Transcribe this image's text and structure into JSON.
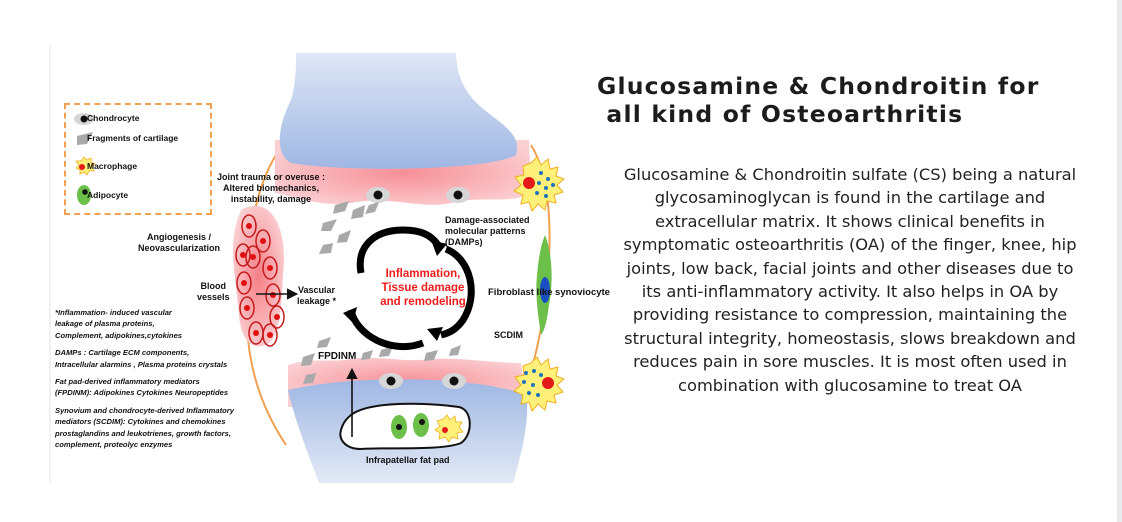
{
  "diagram": {
    "legend": [
      {
        "icon": "chondrocyte-icon",
        "label": "Chondrocyte"
      },
      {
        "icon": "cartilage-fragment-icon",
        "label": "Fragments of cartilage"
      },
      {
        "icon": "macrophage-icon",
        "label": "Macrophage"
      },
      {
        "icon": "adipocyte-icon",
        "label": "Adipocyte"
      }
    ],
    "labels": {
      "joint_trauma": "Joint trauma or overuse :\nAltered biomechanics,\ninstability, damage",
      "angiogenesis": "Angiogenesis /\nNeovascularization",
      "blood_vessels": "Blood\nvessels",
      "vascular_leakage": "Vascular\nleakage *",
      "damps": "Damage-associated\nmolecular patterns\n(DAMPs)",
      "fibroblast": "Fibroblast like synoviocyte",
      "scdim": "SCDIM",
      "fpdinm": "FPDINM",
      "fat_pad": "Infrapatellar fat pad",
      "center": "Inflammation,\nTissue damage\nand remodeling"
    },
    "notes": [
      "*Inflammation- induced  vascular\nleakage of plasma proteins,\nComplement, adipokines,cytokines",
      "DAMPs : Cartilage ECM components,\nIntracellular alarmins , Plasma proteins crystals",
      "Fat pad-derived inflammatory mediators\n(FPDINM): Adipokines Cytokines Neuropeptides",
      "Synovium and chondrocyte-derived Inflammatory\nmediators (SCDIM): Cytokines and chemokines\nprostaglandins and leukotrienes, growth factors,\ncomplement, proteolyc enzymes"
    ],
    "colors": {
      "bone": "#a9c0e6",
      "cartilage": "#f7a8ad",
      "synovium": "#f0a050",
      "center_text": "#ee1c1c",
      "macrophage": "#fff07a",
      "adipocyte": "#6cc04a"
    }
  },
  "article": {
    "title_line1": "Glucosamine & Chondroitin for",
    "title_line2": " all kind of Osteoarthritis",
    "body": "Glucosamine & Chondroitin sulfate (CS) being a natural glycosaminoglycan is found in the cartilage and extracellular matrix. It shows clinical benefits in symptomatic osteoarthritis (OA) of the finger, knee, hip joints, low back, facial joints and other diseases due to its anti-inflammatory activity. It also helps in OA by providing resistance to compression, maintaining the structural integrity, homeostasis, slows breakdown and reduces pain in sore muscles. It is most often used in combination with glucosamine to treat OA"
  }
}
